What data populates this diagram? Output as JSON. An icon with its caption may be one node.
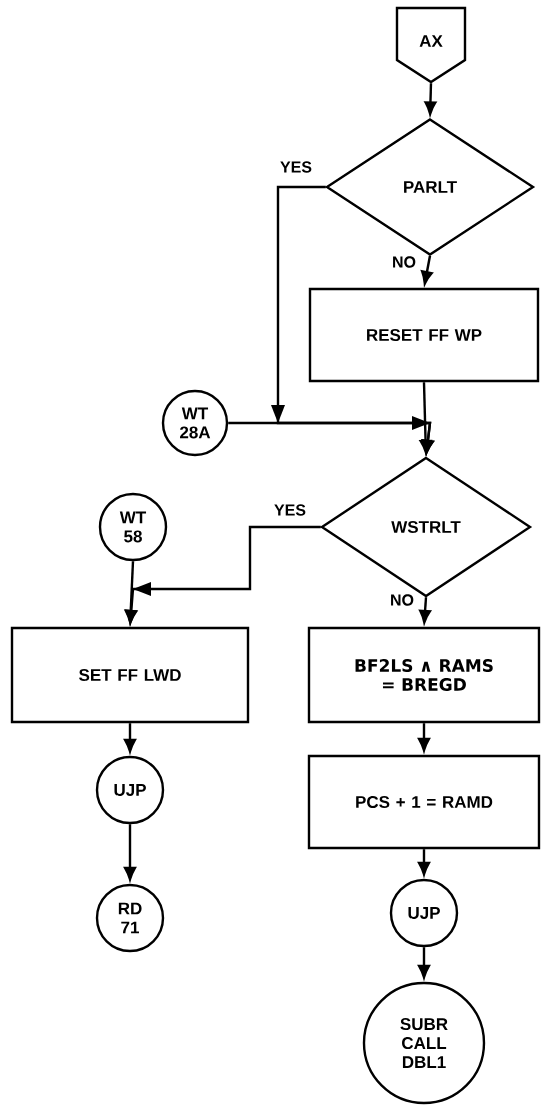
{
  "diagram": {
    "nodes": [
      {
        "text": [
          "AX"
        ]
      },
      {
        "text": [
          "PARLT"
        ]
      },
      {
        "text": [
          "RESET FF WP"
        ]
      },
      {
        "text": [
          "WT 28A"
        ]
      },
      {
        "text": [
          "WSTRLT"
        ]
      },
      {
        "text": [
          "WT 58"
        ]
      },
      {
        "text": [
          "SET FF LWD"
        ]
      },
      {
        "text": [
          "BF2LS ∧ RAMS = BREGD"
        ]
      },
      {
        "text": [
          "PCS + 1 = RAMD"
        ]
      },
      {
        "text": [
          "UJP"
        ]
      },
      {
        "text": [
          "RD 71"
        ]
      },
      {
        "text": [
          "UJP"
        ]
      },
      {
        "text": [
          "SUBR CALL DBL1"
        ]
      }
    ],
    "edges": [
      {
        "from": 0,
        "to": 1,
        "arrow": "to"
      },
      {
        "from": 1,
        "to": 2,
        "arrow": "to",
        "label": "NO"
      },
      {
        "from": 1,
        "to": 4,
        "arrow": "to",
        "label": "YES"
      },
      {
        "from": 3,
        "to": 4,
        "arrow": "to"
      },
      {
        "from": 2,
        "to": 4,
        "arrow": "to"
      },
      {
        "from": 4,
        "to": 6,
        "arrow": "to",
        "label": "YES"
      },
      {
        "from": 5,
        "to": 6,
        "arrow": "to"
      },
      {
        "from": 4,
        "to": 7,
        "arrow": "to",
        "label": "NO"
      },
      {
        "from": 6,
        "to": 9,
        "arrow": "to"
      },
      {
        "from": 9,
        "to": 10,
        "arrow": "to"
      },
      {
        "from": 7,
        "to": 8,
        "arrow": "to"
      },
      {
        "from": 8,
        "to": 11,
        "arrow": "to"
      },
      {
        "from": 11,
        "to": 12,
        "arrow": "to"
      }
    ]
  }
}
